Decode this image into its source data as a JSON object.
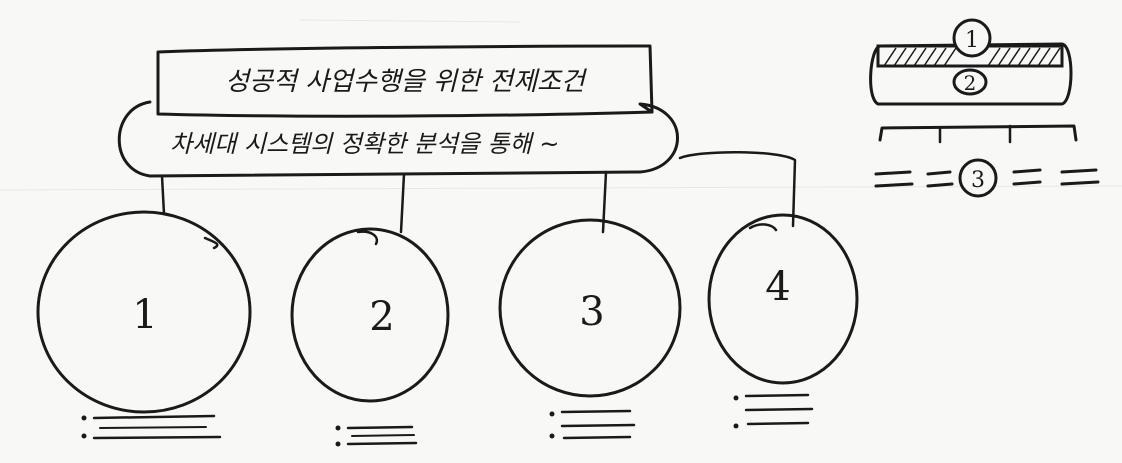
{
  "diagram": {
    "title_box": {
      "text": "성공적 사업수행을 위한 전제조건"
    },
    "subtitle_box": {
      "text": "차세대 시스템의 정확한 분석을 통해 ~"
    },
    "circles": [
      {
        "label": "1"
      },
      {
        "label": "2"
      },
      {
        "label": "3"
      },
      {
        "label": "4"
      }
    ],
    "legend_sketch": {
      "markers": [
        "1",
        "2",
        "3"
      ]
    }
  }
}
